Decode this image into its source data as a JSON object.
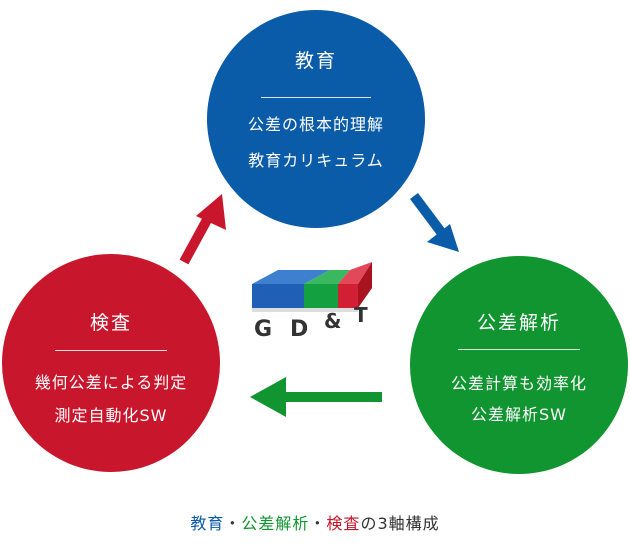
{
  "colors": {
    "education": "#0a5ba8",
    "analysis": "#109530",
    "inspection": "#c8162c"
  },
  "education": {
    "title": "教育",
    "line1": "公差の根本的理解",
    "line2": "教育カリキュラム"
  },
  "analysis": {
    "title": "公差解析",
    "line1": "公差計算も効率化",
    "line2": "公差解析SW"
  },
  "inspection": {
    "title": "検査",
    "line1": "幾何公差による判定",
    "line2": "測定自動化SW"
  },
  "logo": {
    "text_g": "G",
    "text_d": "D",
    "text_amp": "&",
    "text_t": "T"
  },
  "caption": {
    "edu": "教育",
    "dot1": "・",
    "ana": "公差解析",
    "dot2": "・",
    "insp": "検査",
    "rest": "の3軸構成"
  }
}
